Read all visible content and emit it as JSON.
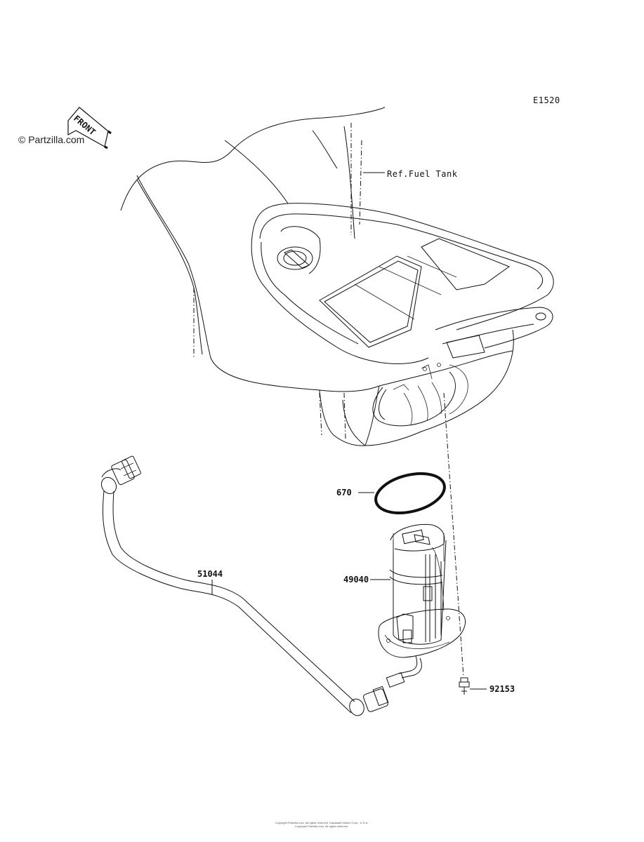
{
  "diagram_code": "E1520",
  "watermark": "© Partzilla.com",
  "direction_label": "FRONT",
  "reference_label": "Ref.Fuel Tank",
  "callouts": [
    {
      "id": "gasket",
      "part_number": "670"
    },
    {
      "id": "fuel-pump",
      "part_number": "49040"
    },
    {
      "id": "fuel-hose",
      "part_number": "51044"
    },
    {
      "id": "bolt",
      "part_number": "92153"
    }
  ],
  "footer_line1": "Copyright Partzilla.com. All rights reserved. Kawasaki Motors Corp., U.S.A.",
  "footer_line2": "Copyright Partzilla.com. All rights reserved."
}
